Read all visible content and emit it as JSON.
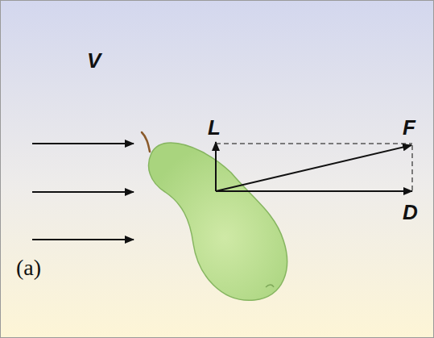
{
  "diagram": {
    "labels": [
      "V",
      "L",
      "F",
      "D",
      "(a)"
    ]
  }
}
